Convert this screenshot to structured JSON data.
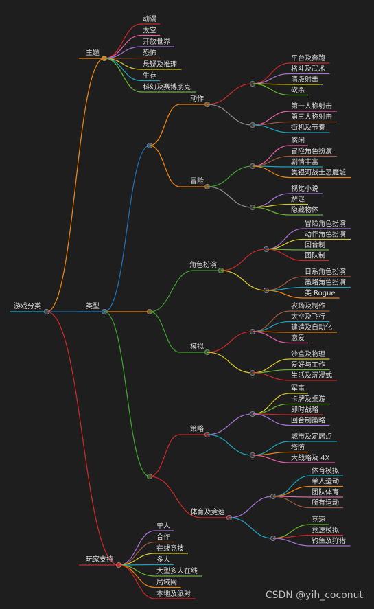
{
  "root": {
    "label": "游戏分类"
  },
  "watermark": "CSDN @yih_coconut",
  "colors": {
    "background": "#1e1e1e",
    "orange": "#e8820e",
    "blue": "#1f6fb0",
    "green": "#3f9f2f",
    "red": "#c62828",
    "purple": "#a371d4",
    "pink": "#e25ea3",
    "teal": "#1aa0b8",
    "yellow": "#d4c62a",
    "gray": "#8a8a8a",
    "brown": "#9c5a3c",
    "lime": "#66b030"
  },
  "topics": [
    {
      "label": "主题",
      "children": [
        "动漫",
        "太空",
        "开放世界",
        "恐怖",
        "悬疑及推理",
        "生存",
        "科幻及赛博朋克"
      ]
    },
    {
      "label": "类型",
      "groups": [
        {
          "children": [
            {
              "label": "动作",
              "subgroups": [
                [
                  "平台及奔跑",
                  "格斗及武术",
                  "清版射击",
                  "砍杀"
                ],
                [
                  "第一人称射击",
                  "第三人称射击",
                  "街机及节奏"
                ]
              ]
            },
            {
              "label": "冒险",
              "subgroups": [
                [
                  "悠闲",
                  "冒险角色扮演",
                  "剧情丰富",
                  "类银河战士恶魔城"
                ],
                [
                  "视觉小说",
                  "解谜",
                  "隐藏物体"
                ]
              ]
            }
          ]
        },
        {
          "children": [
            {
              "label": "角色扮演",
              "subgroups": [
                [
                  "冒险角色扮演",
                  "动作角色扮演",
                  "回合制",
                  "团队制"
                ],
                [
                  "日系角色扮演",
                  "策略角色扮演",
                  "类 Rogue"
                ]
              ]
            },
            {
              "label": "模拟",
              "subgroups": [
                [
                  "农场及制作",
                  "太空及飞行",
                  "建造及自动化",
                  "恋爱"
                ],
                [
                  "沙盒及物理",
                  "爱好与工作",
                  "生活及沉浸式"
                ]
              ]
            }
          ]
        },
        {
          "children": [
            {
              "label": "策略",
              "subgroups": [
                [
                  "军事",
                  "卡牌及桌游",
                  "即时战略",
                  "回合制策略"
                ],
                [
                  "城市及定居点",
                  "塔防",
                  "大战略及 4X"
                ]
              ]
            },
            {
              "label": "体育及竞速",
              "subgroups": [
                [
                  "体育模拟",
                  "单人运动",
                  "团队体育",
                  "所有运动"
                ],
                [
                  "竞速",
                  "竞速模拟",
                  "钓鱼及狩猎"
                ]
              ]
            }
          ]
        }
      ]
    },
    {
      "label": "玩家支持",
      "children": [
        "单人",
        "合作",
        "在线竞技",
        "多人",
        "大型多人在线",
        "局域网",
        "本地及派对"
      ]
    }
  ]
}
